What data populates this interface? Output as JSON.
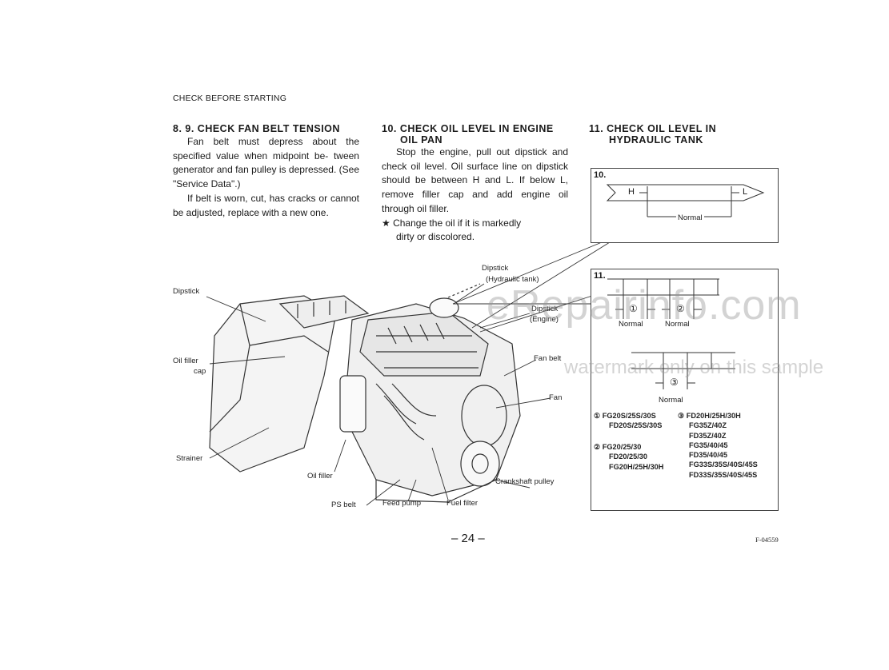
{
  "header": {
    "section": "CHECK BEFORE STARTING"
  },
  "col1": {
    "heading": "8. 9. CHECK FAN BELT TENSION",
    "lines_a": [
      "Fan belt must depress about the",
      "specified value when midpoint be-",
      "tween generator and fan pulley is",
      "depressed. (See \"Service Data\".)"
    ],
    "lines_b": [
      "If belt is worn, cut, has cracks or",
      "cannot be adjusted, replace with a",
      "new one."
    ]
  },
  "col2": {
    "heading_1": "10. CHECK OIL LEVEL IN ENGINE",
    "heading_2": "OIL PAN",
    "lines": [
      "Stop the engine, pull out dipstick",
      "and check oil level. Oil surface line",
      "on dipstick should be between H",
      "and L. If below L, remove filler cap",
      "and add engine oil through oil filler."
    ],
    "note_1": "★ Change the oil if it is markedly",
    "note_2": "dirty or discolored."
  },
  "col3": {
    "heading_1": "11. CHECK OIL LEVEL IN",
    "heading_2": "HYDRAULIC TANK"
  },
  "labels": {
    "dipstick_left": "Dipstick",
    "oil_filler_cap_1": "Oil filler",
    "oil_filler_cap_2": "cap",
    "strainer": "Strainer",
    "oil_filler": "Oil filler",
    "ps_belt": "PS belt",
    "feed_pump": "Feed pump",
    "fuel_filter": "Fuel filter",
    "crankshaft_pulley": "Crankshaft pulley",
    "fan": "Fan",
    "fan_belt": "Fan belt",
    "dipstick_hyd_1": "Dipstick",
    "dipstick_hyd_2": "(Hydraulic tank)",
    "dipstick_eng_1": "Dipstick",
    "dipstick_eng_2": "(Engine)"
  },
  "box10": {
    "num": "10.",
    "h": "H",
    "l": "L",
    "normal": "Normal"
  },
  "box11": {
    "num": "11.",
    "c1": "①",
    "c2": "②",
    "c3": "③",
    "normal": "Normal",
    "models_1": [
      "① FG20S/25S/30S",
      "FD20S/25S/30S"
    ],
    "models_2": [
      "② FG20/25/30",
      "FD20/25/30",
      "FG20H/25H/30H"
    ],
    "models_3": [
      "③ FD20H/25H/30H",
      "FG35Z/40Z",
      "FD35Z/40Z",
      "FG35/40/45",
      "FD35/40/45",
      "FG33S/35S/40S/45S",
      "FD33S/35S/40S/45S"
    ]
  },
  "footer": {
    "page": "– 24 –",
    "code": "F-04559"
  },
  "watermark": {
    "line1": "eRepairinfo.com",
    "line2": "watermark only on this sample"
  }
}
